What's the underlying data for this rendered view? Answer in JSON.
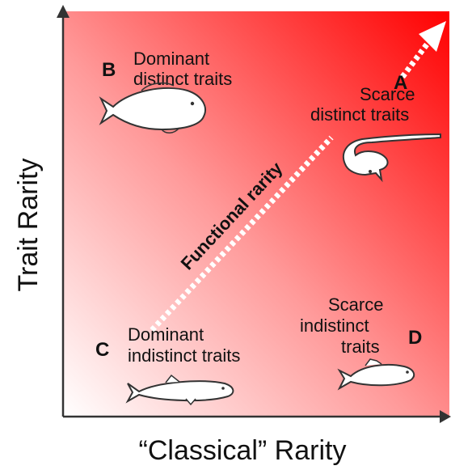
{
  "diagram": {
    "colors": {
      "gradient_low": "#ffffff",
      "gradient_high": "#ff0000",
      "axis": "#333333",
      "arrow": "#ffffff",
      "text": "#111111"
    },
    "axes": {
      "x_label": "“Classical” Rarity",
      "y_label": "Trait Rarity"
    },
    "diagonal": {
      "label": "Functional rarity"
    },
    "quadrants": {
      "A": {
        "letter": "A",
        "lines": [
          "Scarce",
          "distinct traits"
        ],
        "icon": "angelfish-icon"
      },
      "B": {
        "letter": "B",
        "lines": [
          "Dominant",
          "distinct traits"
        ],
        "icon": "bulbous-fish-icon"
      },
      "C": {
        "letter": "C",
        "lines": [
          "Dominant",
          "indistinct traits"
        ],
        "icon": "elongated-fish-icon"
      },
      "D": {
        "letter": "D",
        "lines": [
          "Scarce",
          "indistinct",
          "traits"
        ],
        "icon": "perch-fish-icon"
      }
    }
  }
}
